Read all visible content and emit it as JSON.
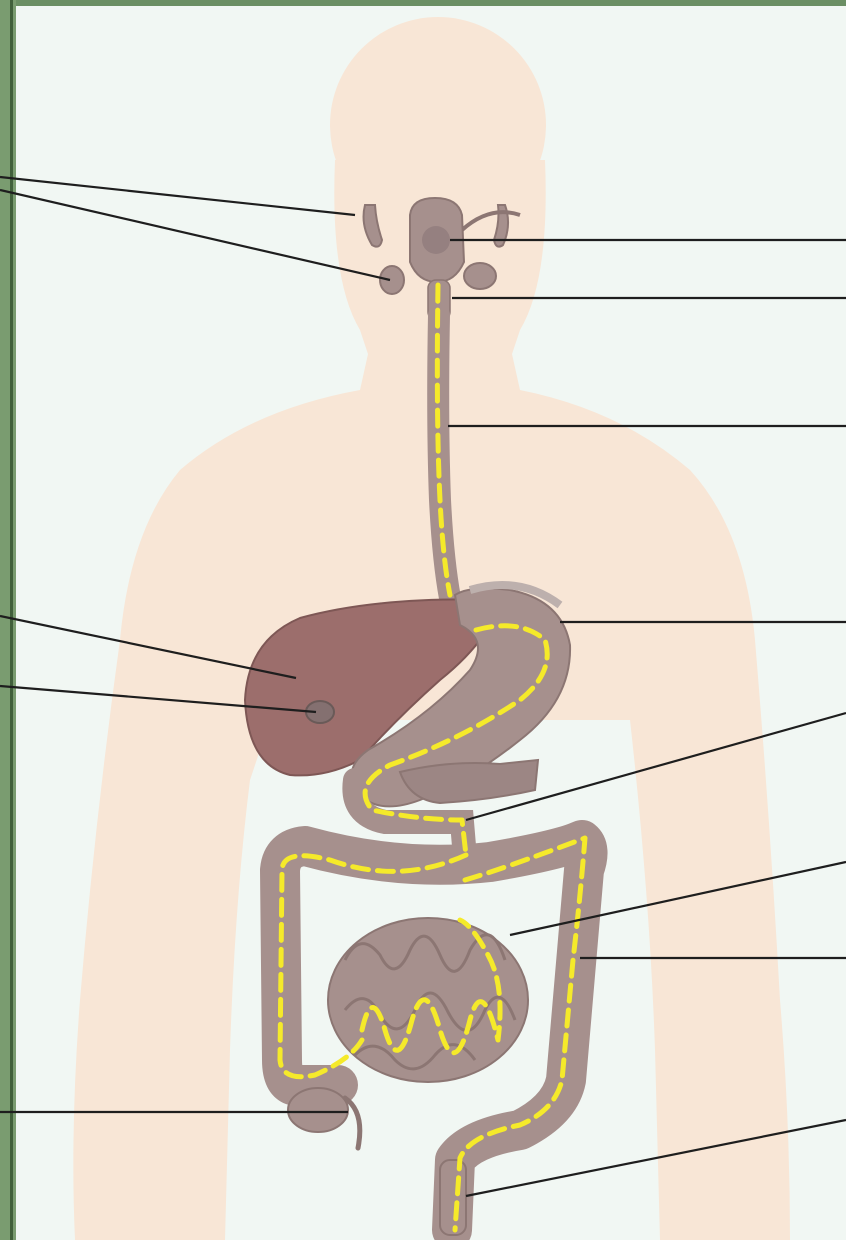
{
  "diagram": {
    "kind": "unlabeled anatomical diagram of the human digestive system",
    "labels_visible": false,
    "parts": [
      "salivary-glands",
      "mouth",
      "pharynx",
      "esophagus",
      "liver",
      "gallbladder",
      "stomach",
      "pancreas",
      "small-intestine",
      "large-intestine",
      "appendix",
      "rectum"
    ],
    "food_path_shown": true
  },
  "colors": {
    "background": "#f1f7f3",
    "frame": "#6b8f64",
    "body_silhouette": "#f8e6d6",
    "organ": "#a6908d",
    "organ_dark": "#8c7673",
    "liver": "#9c6e6c",
    "food_path": "#f5ea2a",
    "leader_line": "#1e1e1e"
  }
}
